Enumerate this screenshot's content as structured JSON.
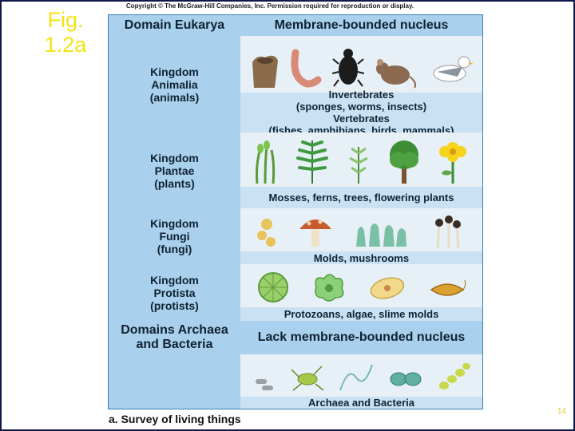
{
  "slide": {
    "figure_label": "Fig. 1.2a",
    "page_number": "14"
  },
  "figure": {
    "copyright": "Copyright © The McGraw-Hill Companies, Inc. Permission required for reproduction or display.",
    "header_left": "Domain Eukarya",
    "header_right": "Membrane-bounded nucleus",
    "kingdoms": {
      "animalia": {
        "label_lines": [
          "Kingdom",
          "Animalia",
          "(animals)"
        ],
        "caption_lines": [
          "Invertebrates",
          "(sponges, worms, insects)",
          "Vertebrates",
          "(fishes, amphibians, birds, mammals)"
        ]
      },
      "plantae": {
        "label_lines": [
          "Kingdom",
          "Plantae",
          "(plants)"
        ],
        "caption": "Mosses, ferns, trees, flowering plants"
      },
      "fungi": {
        "label_lines": [
          "Kingdom",
          "Fungi",
          "(fungi)"
        ],
        "caption": "Molds, mushrooms"
      },
      "protista": {
        "label_lines": [
          "Kingdom",
          "Protista",
          "(protists)"
        ],
        "caption": "Protozoans, algae, slime molds"
      }
    },
    "prokaryotes": {
      "label_lines": [
        "Domains Archaea",
        "and Bacteria"
      ],
      "header_right": "Lack membrane-bounded nucleus",
      "caption": "Archaea and Bacteria"
    },
    "bottom_caption": "a. Survey of living things"
  },
  "icons": {
    "animals": [
      "sponge-icon",
      "worm-icon",
      "beetle-icon",
      "mouse-icon",
      "gull-icon"
    ],
    "plants": [
      "moss-icon",
      "fern-icon",
      "moss-sprig-icon",
      "tree-icon",
      "flower-icon"
    ],
    "fungi": [
      "mold-icon",
      "mushroom-icon",
      "fungus-cluster-icon",
      "small-mushrooms-icon"
    ],
    "protists": [
      "diatom-icon",
      "amoeba-icon",
      "paramecium-icon",
      "euglena-icon"
    ],
    "prokaryotes": [
      "rod-bacteria-icon",
      "archaea-icon",
      "filament-bacteria-icon",
      "coccus-bacteria-icon",
      "chain-bacteria-icon"
    ]
  }
}
